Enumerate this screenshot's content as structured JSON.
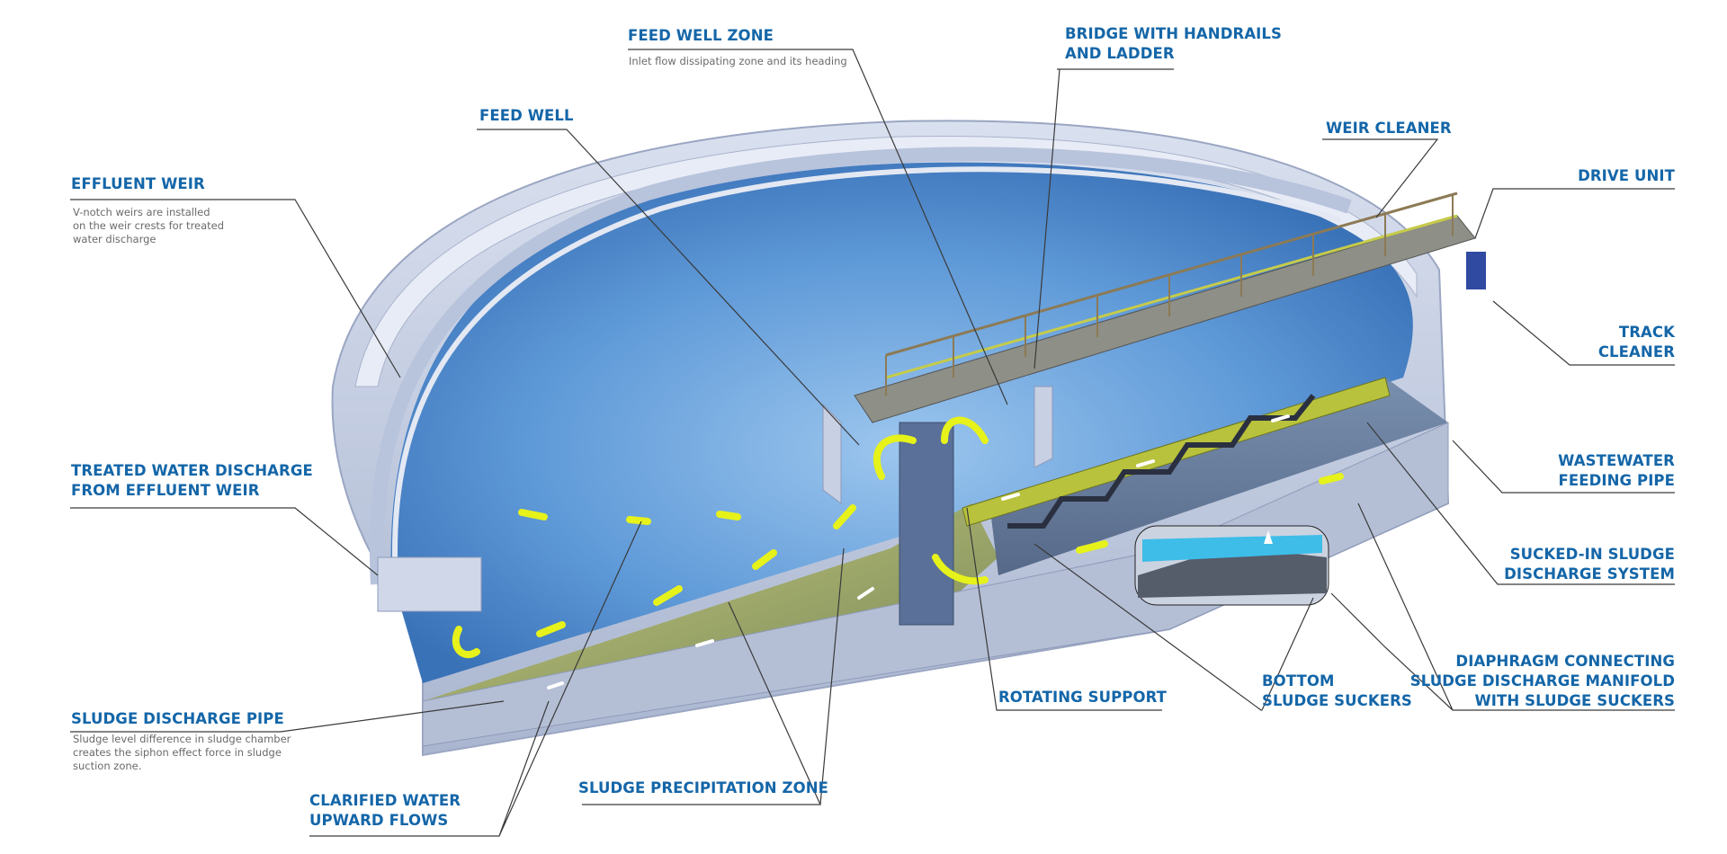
{
  "labels": {
    "feed_well_zone": "FEED WELL ZONE",
    "feed_well_zone_desc": "Inlet flow dissipating zone and its heading",
    "bridge_line1": "BRIDGE WITH HANDRAILS",
    "bridge_line2": "AND LADDER",
    "feed_well": "FEED WELL",
    "weir_cleaner": "WEIR CLEANER",
    "drive_unit": "DRIVE UNIT",
    "effluent_weir": "EFFLUENT WEIR",
    "effluent_weir_desc1": "V-notch weirs are installed",
    "effluent_weir_desc2": "on the weir crests for treated",
    "effluent_weir_desc3": "water discharge",
    "track_cleaner_line1": "TRACK",
    "track_cleaner_line2": "CLEANER",
    "wastewater_line1": "WASTEWATER",
    "wastewater_line2": "FEEDING PIPE",
    "treated_line1": "TREATED WATER DISCHARGE",
    "treated_line2": "FROM EFFLUENT WEIR",
    "sucked_line1": "SUCKED-IN SLUDGE",
    "sucked_line2": "DISCHARGE SYSTEM",
    "diaphragm_line1": "DIAPHRAGM CONNECTING",
    "diaphragm_line2": "SLUDGE DISCHARGE MANIFOLD",
    "diaphragm_line3": "WITH SLUDGE SUCKERS",
    "bottom_line1": "BOTTOM",
    "bottom_line2": "SLUDGE SUCKERS",
    "rotating_support": "ROTATING SUPPORT",
    "sludge_pipe": "SLUDGE DISCHARGE PIPE",
    "sludge_pipe_desc1": "Sludge level difference in sludge chamber",
    "sludge_pipe_desc2": "creates the siphon effect force in sludge",
    "sludge_pipe_desc3": "suction zone.",
    "sludge_precip": "SLUDGE PRECIPITATION ZONE",
    "clarified_line1": "CLARIFIED WATER",
    "clarified_line2": "UPWARD FLOWS"
  },
  "colors": {
    "label_blue": "#1466a8",
    "water_blue": "#4f8fd0",
    "tank_grey": "#c4cde2",
    "sludge_green": "#8c9a48",
    "flow_arrow": "#e6f21a",
    "leader_line": "#3a3a3a"
  }
}
